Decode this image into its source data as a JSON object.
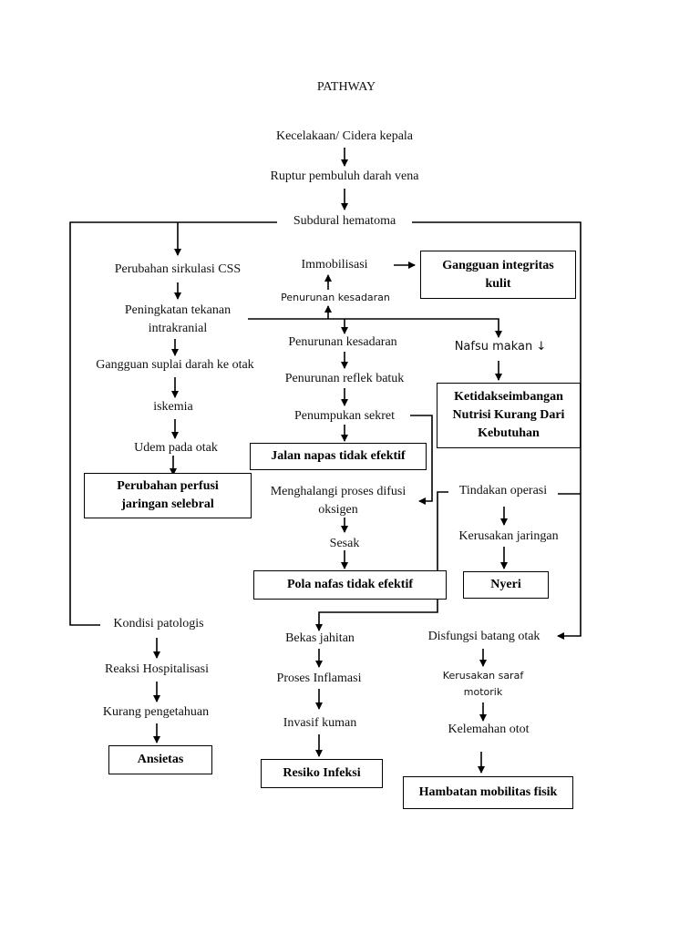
{
  "title": "PATHWAY",
  "nodes": {
    "cause": "Kecelakaan/ Cidera kepala",
    "rupture": "Ruptur pembuluh darah vena",
    "hematoma": "Subdural hematoma",
    "css": "Perubahan sirkulasi CSS",
    "tik": "Peningkatan tekanan intrakranial",
    "suplai": "Gangguan suplai darah ke otak",
    "iskemia": "iskemia",
    "udem": "Udem pada otak",
    "immob": "Immobilisasi",
    "penurunan_small": "Penurunan kesadaran",
    "penurunan": "Penurunan kesadaran",
    "nafsu": "Nafsu makan ↓",
    "refleks": "Penurunan reflek batuk",
    "sekret": "Penumpukan sekret",
    "difusi": "Menghalangi proses difusi oksigen",
    "sesak": "Sesak",
    "tindakan": "Tindakan operasi",
    "kerusakan_jaringan": "Kerusakan jaringan",
    "kondisi": "Kondisi patologis",
    "reaksi": "Reaksi Hospitalisasi",
    "kurang": "Kurang pengetahuan",
    "bekas": "Bekas jahitan",
    "inflamasi": "Proses Inflamasi",
    "invasif": "Invasif kuman",
    "disfungsi": "Disfungsi batang otak",
    "saraf": "Kerusakan saraf motorik",
    "otot": "Kelemahan otot"
  },
  "diagnoses": {
    "kulit": "Gangguan integritas kulit",
    "nutrisi": "Ketidakseimbangan Nutrisi Kurang Dari Kebutuhan",
    "perfusi": "Perubahan perfusi jaringan selebral",
    "napas": "Jalan napas tidak efektif",
    "pola": "Pola nafas tidak efektif",
    "nyeri": "Nyeri",
    "ansietas": "Ansietas",
    "infeksi": "Resiko Infeksi",
    "mobilitas": "Hambatan mobilitas fisik"
  }
}
